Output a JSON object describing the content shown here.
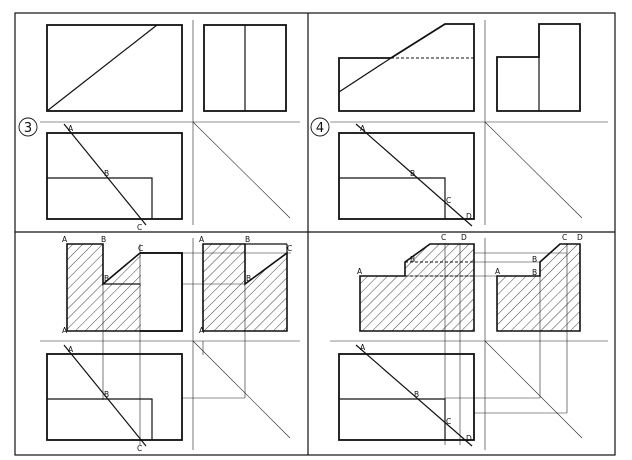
{
  "panels": {
    "step3": {
      "number": "3",
      "points": {
        "a": "A",
        "b": "B",
        "c": "C"
      }
    },
    "step4": {
      "number": "4",
      "points": {
        "a": "A",
        "b": "B",
        "c": "C",
        "d": "D"
      }
    },
    "step5": {
      "points": {
        "a": "A",
        "b": "B",
        "c": "C"
      }
    },
    "step6": {
      "points": {
        "a": "A",
        "b": "B",
        "c": "C",
        "d": "D"
      }
    }
  },
  "colors": {
    "line": "#111111",
    "background": "#ffffff",
    "hatch": "#111111"
  }
}
